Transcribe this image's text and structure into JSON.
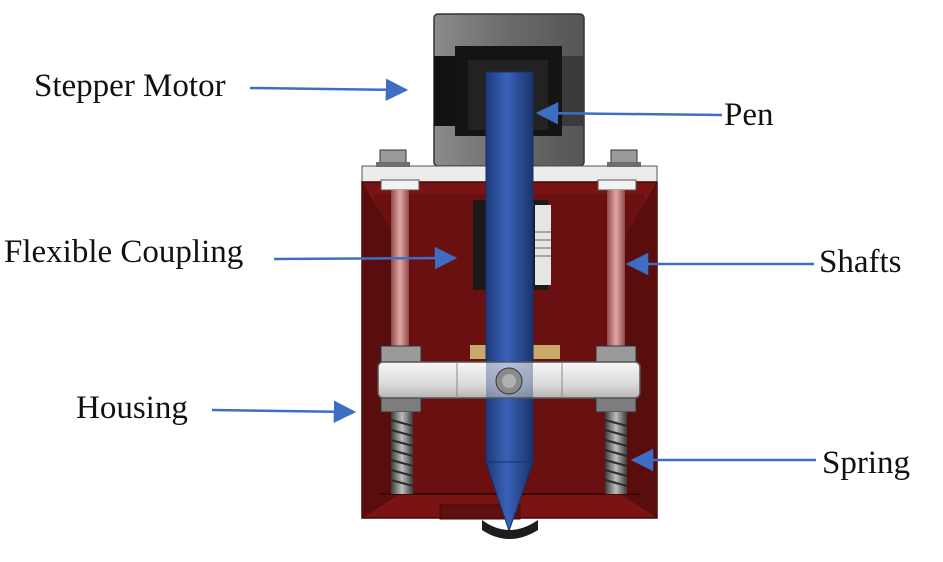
{
  "labels": {
    "stepper_motor": "Stepper Motor",
    "pen": "Pen",
    "flexible_coupling": "Flexible Coupling",
    "shafts": "Shafts",
    "housing": "Housing",
    "spring": "Spring"
  },
  "colors": {
    "housing": "#7a1414",
    "housing_dark": "#4e0b0b",
    "pen": "#2c4f99",
    "motor": "#6d6d6d",
    "motor_dark": "#111111",
    "shaft": "#c98a86",
    "arrow": "#3e6ec4",
    "bracket": "#e9e9e9"
  }
}
